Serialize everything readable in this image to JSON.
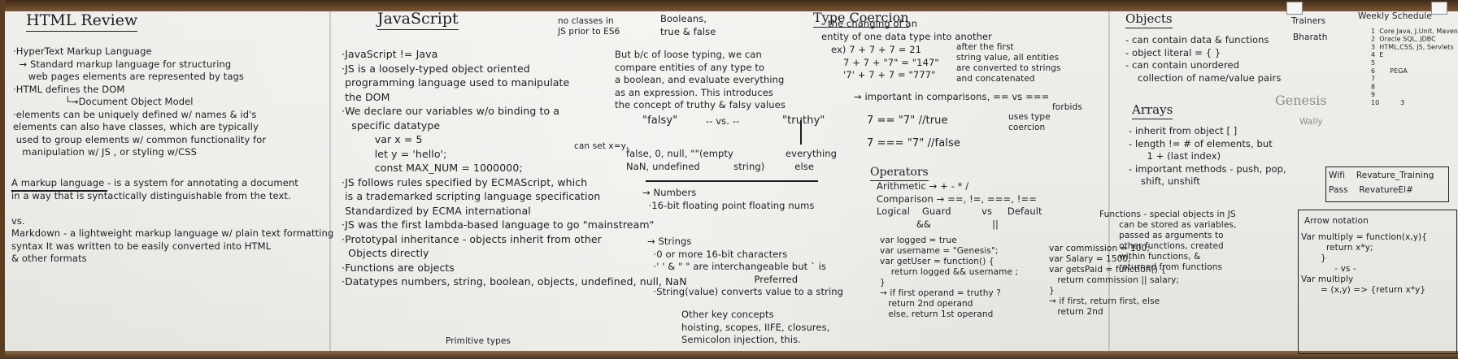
{
  "html_review": {
    "title": "HTML Review",
    "body": "·HyperText Markup Language\n  → Standard markup language for structuring\n     web pages elements are represented by tags\n·HTML defines the DOM\n                 └→Document Object Model\n·elements can be uniquely defined w/ names & id's\nelements can also have classes, which are typically\n used to group elements w/ common functionality for\n   manipulation w/ JS , or styling w/CSS",
    "markup": "A markup language - is a system for annotating a document\nin a way that is syntactically distinguishable from the text.\n\nvs.\nMarkdown - a lightweight markup language w/ plain text formatting\nsyntax It was written to be easily converted into HTML\n& other formats"
  },
  "javascript": {
    "title": "JavaScript",
    "note_classes": "no classes in\nJS prior to ES6",
    "body": "·JavaScript != Java\n·JS is a loosely-typed object oriented\n programming language used to manipulate\n the DOM\n·We declare our variables w/o binding to a\n   specific datatype\n          var x = 5\n          let y = 'hello';\n          const MAX_NUM = 1000000;\n·JS follows rules specified by ECMAScript, which\n is a trademarked scripting language specification\n Standardized by ECMA international\n·JS was the first lambda-based language to go \"mainstream\"\n·Prototypal inheritance - objects inherit from other\n  Objects directly\n·Functions are objects\n·Datatypes numbers, string, boolean, objects, undefined, null, NaN",
    "const_note": "can set x=y,",
    "primitive": "Primitive types"
  },
  "booleans": {
    "header": "Booleans,\ntrue & false",
    "body": "But b/c of loose typing, we can\ncompare entities of any type to\na boolean, and evaluate everything\nas an expression. This introduces\nthe concept of truthy & falsy values",
    "falsy_label": "\"falsy\"",
    "vs": "-- vs. --",
    "truthy_label": "\"truthy\"",
    "falsy_values": "false, 0, null, \"\"(empty\nNaN, undefined           string)",
    "truthy_values": "everything\n   else",
    "numbers": "→ Numbers\n  ·16-bit floating point floating nums",
    "strings": "→ Strings\n  ·0 or more 16-bit characters\n  ·' ' & \" \" are interchangeable but ` is\n                                   Preferred\n  ·String(value) converts value to a string",
    "other_concepts": "Other key concepts\nhoisting, scopes, IIFE, closures,\nSemicolon injection, this."
  },
  "type_coercion": {
    "title": "Type Coercion",
    "definition": "- the changing of an\nentity of one data type into another",
    "examples": "ex) 7 + 7 + 7 = 21\n    7 + 7 + \"7\" = \"147\"\n    '7' + 7 + 7 = \"777\"",
    "examples_note": "after the first\nstring value, all entities\nare converted to strings\nand concatenated",
    "important": "→ important in comparisons, == vs ===",
    "eq1": "7 == \"7\" //true",
    "eq2": "7 === \"7\" //false",
    "uses_coercion": "uses type\ncoercion",
    "forbids": "forbids"
  },
  "operators": {
    "title": "Operators",
    "body": "Arithmetic → + - * /\nComparison → ==, !=, ===, !==\nLogical    Guard          vs     Default\n             &&                    ||",
    "guard_code": "var logged = true\nvar username = \"Genesis\";\nvar getUser = function() {\n    return logged && username ;\n}\n→ if first operand = truthy ?\n   return 2nd operand\n   else, return 1st operand",
    "default_code": "var commission = 100;\nvar Salary = 1500;\nvar getsPaid = function() {\n   return commission || salary;\n}\n→ if first, return first, else\n   return 2nd"
  },
  "objects": {
    "title": "Objects",
    "body": "- can contain data & functions\n- object literal = { }\n- can contain unordered\n    collection of name/value pairs",
    "arrays_title": "Arrays",
    "arrays_body": "- inherit from object [ ]\n- length != # of elements, but\n      1 + (last index)\n- important methods - push, pop,\n    shift, unshift",
    "functions": "Functions - special objects in JS\n       can be stored as variables,\n       passed as arguments to\n       other functions, created\n       within functions, &\n       returned from functions"
  },
  "sidebar": {
    "trainers_label": "Trainers",
    "trainer_name": "Bharath",
    "genesis": "Genesis",
    "wally": "Wally",
    "schedule_title": "Weekly Schedule",
    "schedule": "1  Core Java, J.Unit, Maven\n2  Oracle SQL, JDBC\n3  HTML,CSS, JS, Servlets\n4  E\n5\n6       PEGA\n7\n8\n9\n10          3",
    "wifi": "Wifi    Revature_Training",
    "pass": "Pass    RevatureEl#",
    "arrow_title": "Arrow notation",
    "arrow_code": "Var multiply = function(x,y){\n         return x*y;\n       }\n            - vs -\nVar multiply\n       = (x,y) => {return x*y}"
  }
}
